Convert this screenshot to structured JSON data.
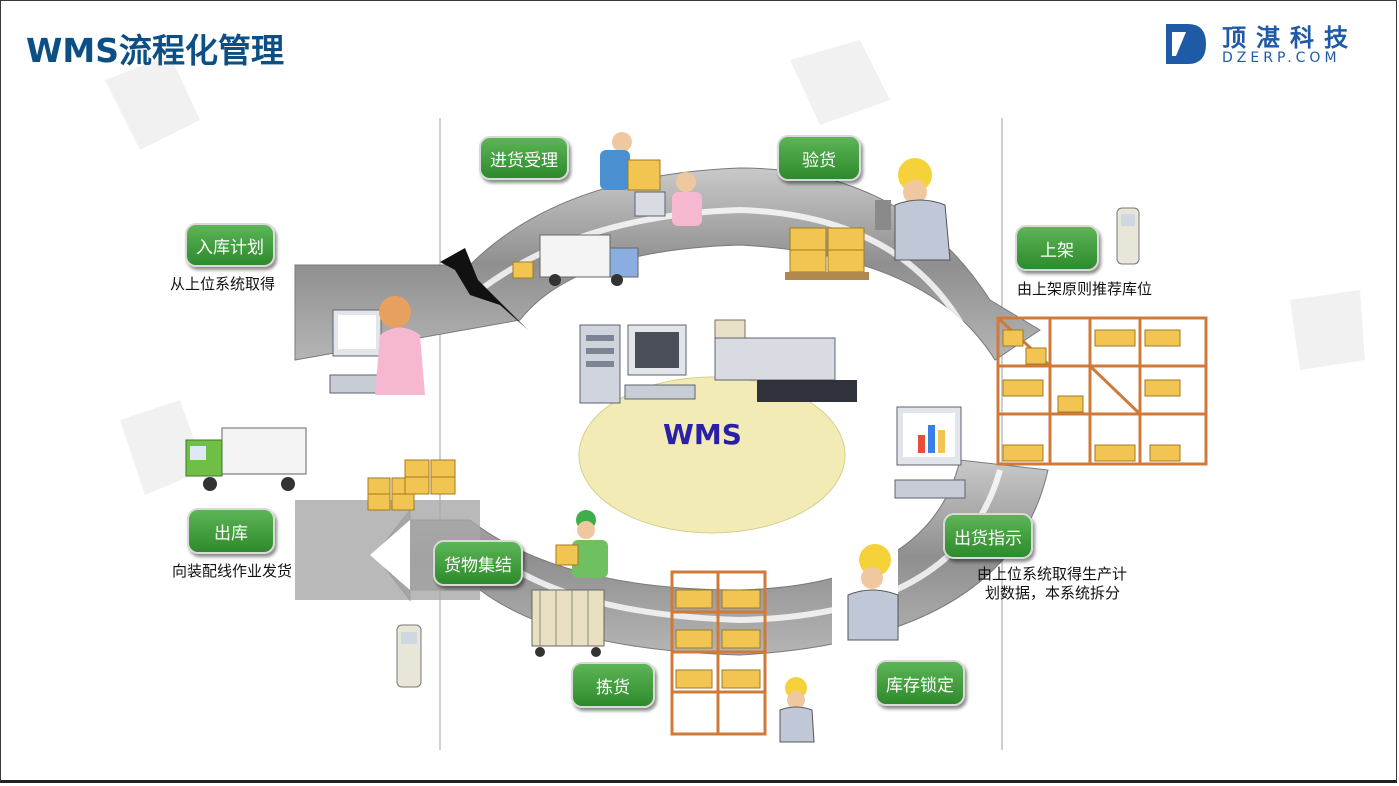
{
  "header": {
    "title": "WMS流程化管理"
  },
  "logo": {
    "name_cn": "顶湛科技",
    "name_en": "DZERP.COM"
  },
  "center": {
    "label": "WMS"
  },
  "steps": [
    {
      "id": "inbound-plan",
      "label": "入库计划",
      "note": "从上位系统取得"
    },
    {
      "id": "receiving",
      "label": "进货受理"
    },
    {
      "id": "inspection",
      "label": "验货"
    },
    {
      "id": "putaway",
      "label": "上架",
      "note": "由上架原则推荐库位"
    },
    {
      "id": "shipping-instruction",
      "label": "出货指示",
      "note_line1": "由上位系统取得生产计",
      "note_line2": "划数据，本系统拆分"
    },
    {
      "id": "inventory-lock",
      "label": "库存锁定"
    },
    {
      "id": "picking",
      "label": "拣货"
    },
    {
      "id": "consolidation",
      "label": "货物集结"
    },
    {
      "id": "outbound",
      "label": "出库",
      "note": "向装配线作业发货"
    }
  ],
  "colors": {
    "title": "#0b4f85",
    "pill": "#3f9a3a",
    "ring": "#8c8c8c",
    "center": "#f3ebb6",
    "wms": "#2a1fa8"
  }
}
